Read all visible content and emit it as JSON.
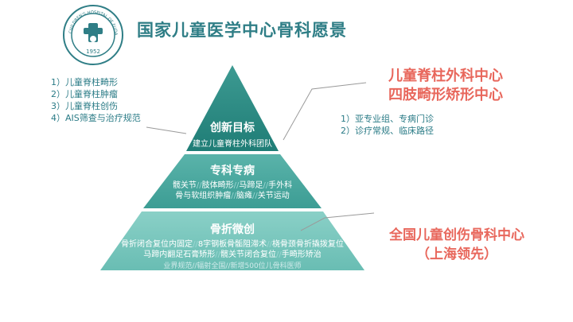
{
  "header": {
    "logo_text_top": "CHILDREN'S HOSPITAL OF FUDAN UNIVERSITY",
    "logo_year": "1952",
    "title": "国家儿童医学中心骨科愿景"
  },
  "left_list": [
    "1）儿童脊柱畸形",
    "2）儿童脊柱肿瘤",
    "3）儿童脊柱创伤",
    "4）AIS筛查与治疗规范"
  ],
  "pyramid": {
    "top": {
      "title": "创新目标",
      "subtitle": "建立儿童脊柱外科团队"
    },
    "middle": {
      "title": "专科专病",
      "line1": [
        "髋关节",
        "肢体畸形",
        "马蹄足",
        "手外科"
      ],
      "line2": [
        "骨与软组织肿瘤",
        "脑瘫",
        "关节运动"
      ]
    },
    "bottom": {
      "title": "骨折微创",
      "line1": [
        "骨折闭合复位内固定",
        "8字钢板骨骺阻滞术",
        "桡骨颈骨折撬拨复位"
      ],
      "line2": [
        "马蹄内翻足石膏矫形",
        "髋关节闭合复位",
        "手畸形矫治"
      ],
      "line3": [
        "业界规范",
        "辐射全国",
        "新增500位儿骨科医师"
      ]
    }
  },
  "right_top": {
    "title_line1": "儿童脊柱外科中心",
    "title_line2": "四肢畸形矫形中心",
    "items": [
      "1）亚专业组、专病门诊",
      "2）诊疗常规、临床路径"
    ]
  },
  "right_bottom": {
    "title_line1": "全国儿童创伤骨科中心",
    "title_line2": "（上海领先）"
  },
  "colors": {
    "teal_dark": "#1f8078",
    "teal_mid": "#3fa49a",
    "teal_light": "#78c6bd",
    "accent_red": "#e8675c",
    "text_teal": "#2a7b86"
  }
}
